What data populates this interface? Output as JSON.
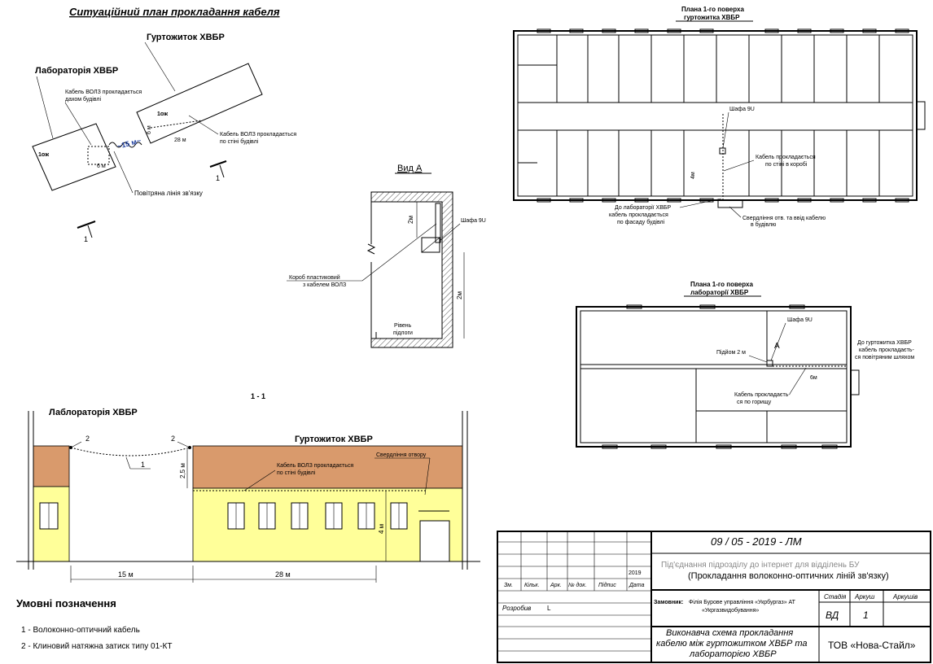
{
  "site_plan": {
    "title": "Ситуаційний план прокладання кабеля",
    "dormitory_label": "Гуртожиток ХВБР",
    "lab_label": "Лабораторія ХВБР",
    "cable_roof_note_1": "Кабель ВОЛЗ прокладається",
    "cable_roof_note_2": "дахом будівлі",
    "cable_wall_note_1": "Кабель ВОЛЗ прокладається",
    "cable_wall_note_2": "по стіні будівлі",
    "air_line_note": "Повітряна лінія зв'язку",
    "lab_floor": "1ож",
    "dorm_floor": "1ож",
    "dim_lab": "6 м",
    "dim_dorm_v": "6 м",
    "dim_dorm_h": "28 м",
    "dim_span": "~15 м~",
    "section_mark": "1"
  },
  "view_a": {
    "title": "Вид А",
    "dim_top": "2м",
    "dim_side": "2м",
    "cabinet": "Шафа 9U",
    "box_note_1": "Короб пластиковий",
    "box_note_2": "з кабелем ВОЛЗ",
    "floor_note_1": "Рівень",
    "floor_note_2": "підлоги"
  },
  "dorm_plan": {
    "title_1": "Плана 1-го поверха",
    "title_2": "гуртожитка ХВБР",
    "cabinet": "Шафа 9U",
    "cable_box_1": "Кабель прокладається",
    "cable_box_2": "по стіні в коробі",
    "dim_4m": "4м",
    "facade_1": "До лабораторії ХВБР",
    "facade_2": "кабель прокладається",
    "facade_3": "по фасаду будівлі",
    "drill_1": "Свердління отв. та ввід кабелю",
    "drill_2": "в будівлю"
  },
  "lab_plan": {
    "title_1": "Плана 1-го поверха",
    "title_2": "лабораторії ХВБР",
    "cabinet": "Шафа 9U",
    "rise": "Підйом 2 м",
    "mark_a": "A",
    "dim_6m": "6м",
    "attic_1": "Кабель прокладаєть-",
    "attic_2": "ся по горищу",
    "to_dorm_1": "До гуртожитка ХВБР",
    "to_dorm_2": "кабель прокладаєть-",
    "to_dorm_3": "ся повітряним шляхом"
  },
  "section": {
    "title": "1 - 1",
    "lab_label": "Лаблораторія ХВБР",
    "dorm_label": "Гуртожиток ХВБР",
    "mark_2a": "2",
    "mark_2b": "2",
    "mark_1": "1",
    "dim_25": "2,5 м",
    "dim_4": "4 м",
    "dim_15": "15 м",
    "dim_28": "28 м",
    "wall_note_1": "Кабель ВОЛЗ прокладається",
    "wall_note_2": "по стіні будівлі",
    "drill": "Свердління отвору"
  },
  "legend": {
    "title": "Умовні позначення",
    "item_1": "1 - Волоконно-оптичний кабель",
    "item_2": "2 - Клиновий натяжна затиск типу 01-КТ"
  },
  "title_block": {
    "doc_code": "09 / 05 - 2019 - ЛМ",
    "project_1": "Під'єднання підрозділу до інтернет для відділень БУ",
    "project_2": "(Прокладання волоконно-оптичних ліній зв'язку)",
    "year": "2019",
    "h_zm": "Зм.",
    "h_kilk": "Кільк.",
    "h_ark": "Арк.",
    "h_doc": "№ док.",
    "h_sign": "Підпис",
    "h_date": "Дата",
    "customer_label": "Замовник:",
    "customer_1": "Філія Бурове управління «Укрбургаз» АТ",
    "customer_2": "«Укргазвидобування»",
    "developed": "Розробив",
    "developer": "L",
    "stage_h": "Стадія",
    "sheet_h": "Аркуш",
    "sheets_h": "Аркушів",
    "stage": "ВД",
    "sheet": "1",
    "sheets": "",
    "drawing_1": "Виконавча схема прокладання",
    "drawing_2": "кабелю між гуртожитком ХВБР та",
    "drawing_3": "лабораторією ХВБР",
    "company": "ТОВ «Нова-Стайл»"
  },
  "colors": {
    "roof": "#d99a6c",
    "wall": "#ffff99",
    "span_label": "#1f3f9f"
  }
}
